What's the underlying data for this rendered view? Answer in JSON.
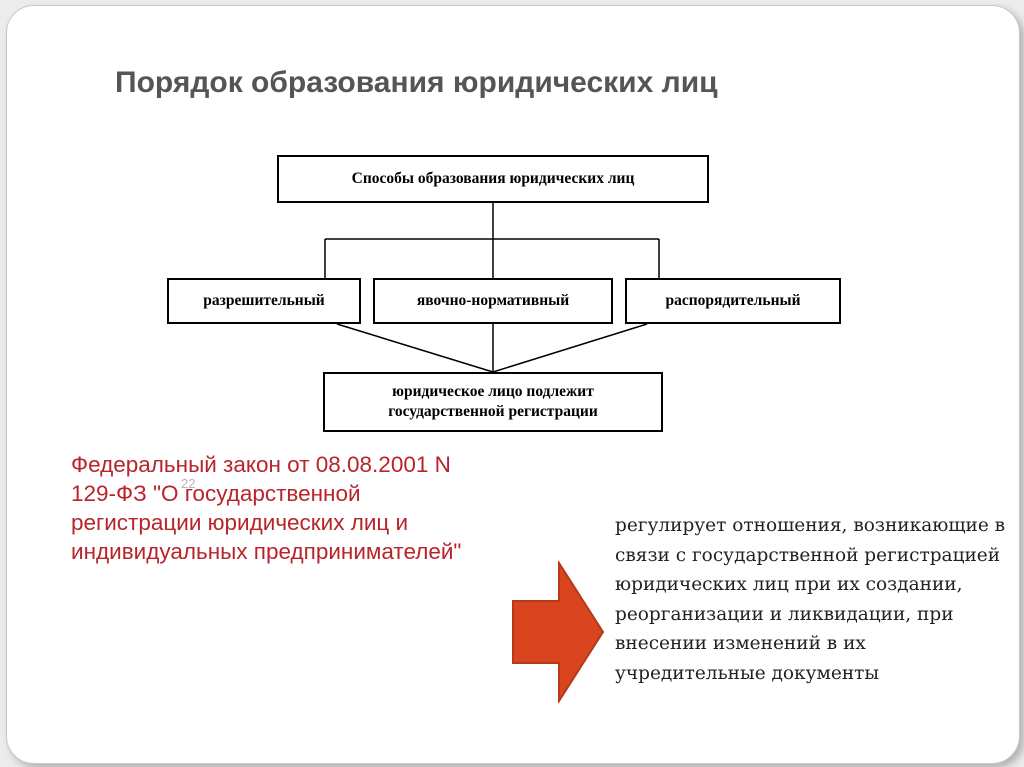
{
  "slide": {
    "title": "Порядок образования юридических лиц",
    "page_number": "22"
  },
  "diagram": {
    "root": "Способы образования юридических лиц",
    "methods": [
      "разрешительный",
      "явочно-нормативный",
      "распорядительный"
    ],
    "result_lines": [
      "юридическое лицо подлежит",
      "государственной регистрации"
    ]
  },
  "law": {
    "text": "Федеральный закон от 08.08.2001 N 129-ФЗ \"О государственной регистрации юридических лиц и индивидуальных предпринимателей\""
  },
  "description": {
    "text": "регулирует отношения, возникающие в связи с государственной регистрацией юридических лиц при их создании, реорганизации и ликвидации, при внесении изменений в их учредительные документы"
  },
  "colors": {
    "title": "#555555",
    "law_text": "#b8242a",
    "arrow_fill": "#d8451e",
    "arrow_stroke": "#b8381a"
  },
  "icons": {
    "arrow": "right-arrow-icon"
  }
}
